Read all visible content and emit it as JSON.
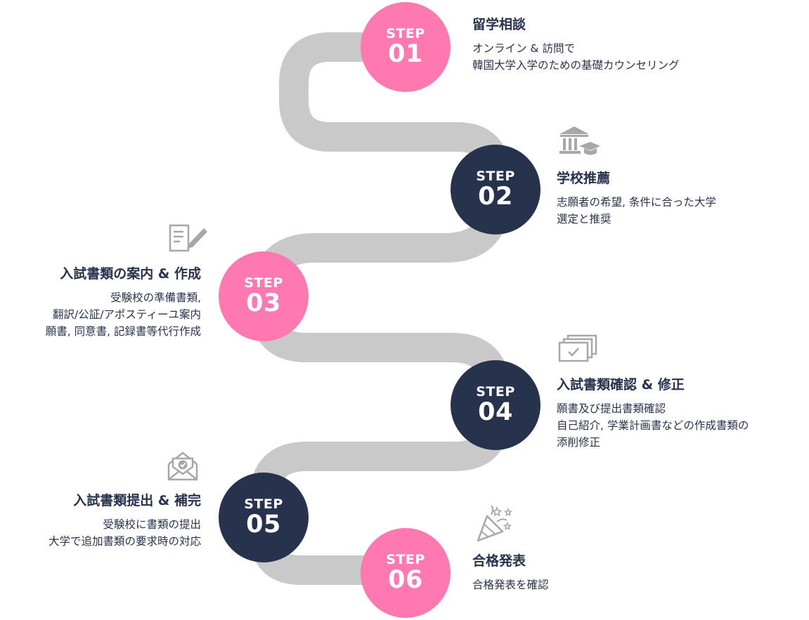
{
  "colors": {
    "pink": "#ff79b0",
    "navy": "#27324d",
    "path": "#c9c9c9",
    "icon": "#a7a7a7",
    "text": "#27324d"
  },
  "steps": [
    {
      "label": "STEP",
      "number": "01",
      "title": "留学相談",
      "desc": [
        "オンライン & 訪問で",
        "韓国大学入学のための基礎カウンセリング"
      ],
      "icon": ""
    },
    {
      "label": "STEP",
      "number": "02",
      "title": "学校推薦",
      "desc": [
        "志願者の希望, 条件に合った大学",
        "選定と推奨"
      ],
      "icon": "university-graduation-icon"
    },
    {
      "label": "STEP",
      "number": "03",
      "title": "入試書類の案内 & 作成",
      "desc": [
        "受験校の準備書類,",
        "翻訳/公証/アポスティーユ案内",
        "願書, 同意書, 記録書等代行作成"
      ],
      "icon": "document-pencil-icon"
    },
    {
      "label": "STEP",
      "number": "04",
      "title": "入試書類確認 & 修正",
      "desc": [
        "願書及び提出書類確認",
        "自己紹介, 学業計画書などの作成書類の",
        "添削修正"
      ],
      "icon": "stacked-documents-check-icon"
    },
    {
      "label": "STEP",
      "number": "05",
      "title": "入試書類提出 & 補完",
      "desc": [
        "受験校に書類の提出",
        "大学で追加書類の要求時の対応"
      ],
      "icon": "envelope-check-icon"
    },
    {
      "label": "STEP",
      "number": "06",
      "title": "合格発表",
      "desc": [
        "合格発表を確認"
      ],
      "icon": "party-popper-icon"
    }
  ]
}
